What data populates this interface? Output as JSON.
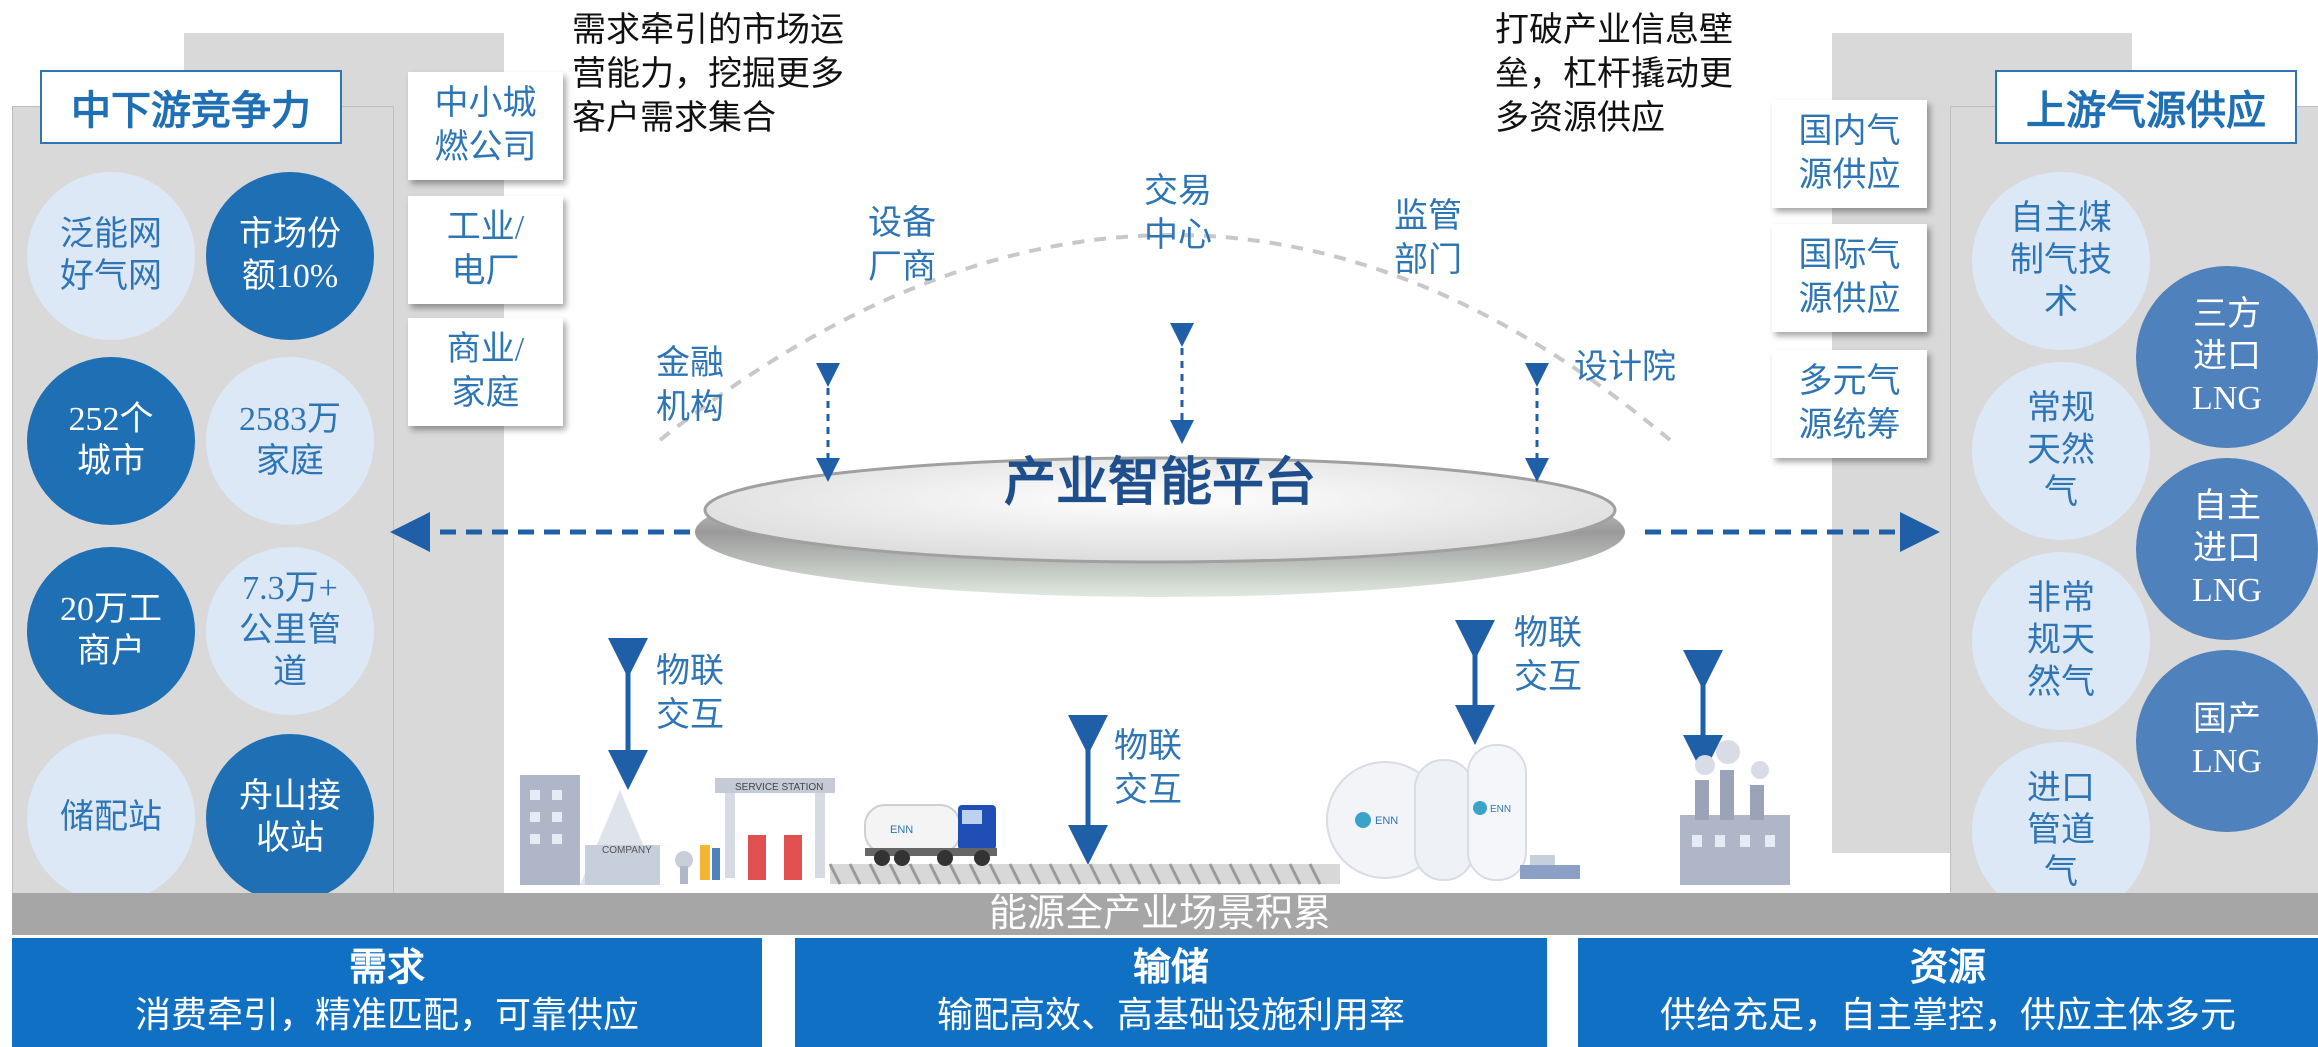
{
  "left_panel": {
    "title": "中下游竞争力",
    "circles": [
      {
        "label": "泛能网\n好气网",
        "style": "light"
      },
      {
        "label": "市场份\n额10%",
        "style": "dark"
      },
      {
        "label": "252个\n城市",
        "style": "dark"
      },
      {
        "label": "2583万\n家庭",
        "style": "light"
      },
      {
        "label": "20万工\n商户",
        "style": "dark"
      },
      {
        "label": "7.3万+\n公里管\n道",
        "style": "light"
      },
      {
        "label": "储配站",
        "style": "light"
      },
      {
        "label": "舟山接\n收站",
        "style": "dark"
      }
    ],
    "cards": [
      "中小城\n燃公司",
      "工业/\n电厂",
      "商业/\n家庭"
    ]
  },
  "right_panel": {
    "title": "上游气源供应",
    "cards": [
      "国内气\n源供应",
      "国际气\n源供应",
      "多元气\n源统筹"
    ],
    "light_circles": [
      "自主煤\n制气技\n术",
      "常规\n天然\n气",
      "非常\n规天\n然气",
      "进口\n管道\n气"
    ],
    "dark_circles": [
      "三方\n进口\nLNG",
      "自主\n进口\nLNG",
      "国产\nLNG"
    ]
  },
  "quotes": {
    "left": "需求牵引的市场运\n营能力，挖掘更多\n客户需求集合",
    "right": "打破产业信息壁\n垒，杠杆撬动更\n多资源供应"
  },
  "arc_labels": {
    "finance": "金融\n机构",
    "equipment": "设备\n厂商",
    "exchange": "交易\n中心",
    "regulator": "监管\n部门",
    "design": "设计院"
  },
  "platform": "产业智能平台",
  "iot_label": "物联\n交互",
  "scene_labels": {
    "service_station": "SERVICE STATION",
    "company": "COMPANY",
    "enn": "ENN"
  },
  "strip_label": "能源全产业场景积累",
  "bottom": [
    {
      "title": "需求",
      "subtitle": "消费牵引，精准匹配，可靠供应"
    },
    {
      "title": "输储",
      "subtitle": "输配高效、高基础设施利用率"
    },
    {
      "title": "资源",
      "subtitle": "供给充足，自主掌控，供应主体多元"
    }
  ],
  "colors": {
    "dark_blue": "#1f6fb5",
    "light_blue": "#dde8f6",
    "mid_blue": "#4f81bd",
    "bottom_blue": "#1070c4",
    "arrow": "#1f5fa8",
    "gray": "#d9d9d9"
  }
}
